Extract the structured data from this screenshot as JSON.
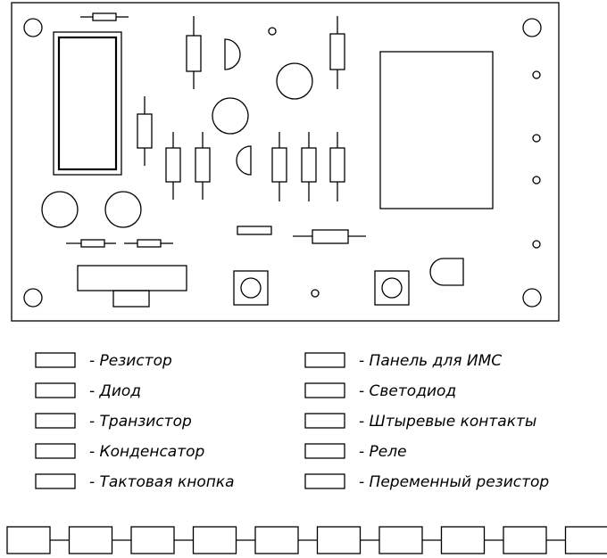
{
  "colors": {
    "stroke": "#000000",
    "background": "#ffffff"
  },
  "legend": {
    "left": [
      {
        "text": "- Резистор"
      },
      {
        "text": "- Диод"
      },
      {
        "text": "- Транзистор"
      },
      {
        "text": "- Конденсатор"
      },
      {
        "text": "- Тактовая кнопка"
      }
    ],
    "right": [
      {
        "text": "- Панель для ИМС"
      },
      {
        "text": "- Светодиод"
      },
      {
        "text": "- Штыревые контакты"
      },
      {
        "text": "- Реле"
      },
      {
        "text": "- Переменный резистор"
      }
    ]
  },
  "chain_box_count": 10
}
